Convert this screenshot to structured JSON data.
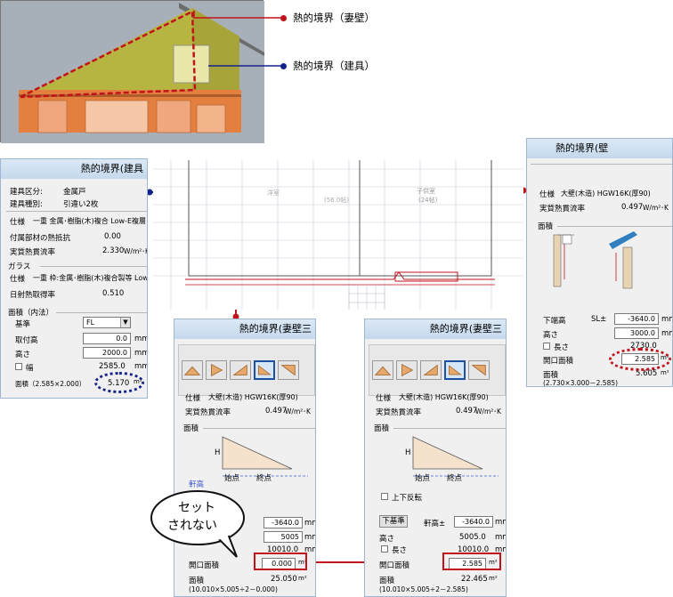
{
  "callouts": {
    "gable_wall": "熱的境界（妻壁）",
    "fitting": "熱的境界（建具）"
  },
  "colors": {
    "red": "#c0131b",
    "navy": "#14238c",
    "wall_green": "#b7b542",
    "house_orange": "#e37f3f"
  },
  "plan": {
    "room1": "洋室",
    "room1_area": "(56.0帖)",
    "room2": "子供室",
    "room2_area": "(24帖)"
  },
  "fitting_panel": {
    "title": "熱的境界(建具",
    "type_label": "建具区分:",
    "type_value": "金属戸",
    "kind_label": "建具種別:",
    "kind_value": "引違い2枚",
    "spec_label": "仕様",
    "spec_value": "一重 金属･樹脂(木)複合 Low-E複層",
    "resistance_label": "付属部材の熱抵抗",
    "resistance_value": "0.00",
    "transmittance_label": "実質熱貫流率",
    "transmittance_value": "2.330",
    "transmittance_unit": "W/m²･K",
    "glass_group": "ガラス",
    "glass_spec_label": "仕様",
    "glass_spec_value": "一重 枠:金属･樹脂(木)複合製等 Low",
    "solar_label": "日射熱取得率",
    "solar_value": "0.510",
    "area_group": "面積（内法）",
    "base_label": "基準",
    "base_value": "FL",
    "mount_label": "取付高",
    "mount_value": "0.0",
    "height_label": "高さ",
    "height_value": "2000.0",
    "width_label": "幅",
    "width_value": "2585.0",
    "mm": "mm",
    "area_label": "面積（2.585×2.000）",
    "area_value": "5.170",
    "area_unit": "m²"
  },
  "wall_panel": {
    "title": "熱的境界(壁",
    "spec_label": "仕様",
    "spec_value": "大壁(木造) HGW16K(厚90)",
    "transmittance_label": "実質熱貫流率",
    "transmittance_value": "0.497",
    "transmittance_unit": "W/m²･K",
    "area_group": "面積",
    "bottom_label": "下端高",
    "bottom_prefix": "SL±",
    "bottom_value": "-3640.0",
    "height_label": "高さ",
    "height_value": "3000.0",
    "length_label": "長さ",
    "length_value": "2730.0",
    "opening_label": "開口面積",
    "opening_value": "2.585",
    "area_label": "面積",
    "area_value": "5.605",
    "area_calc": "(2.730×3.000－2.585)",
    "mm": "mm",
    "m2": "m²"
  },
  "gable_panel_before": {
    "title": "熱的境界(妻壁三",
    "spec_label": "仕様",
    "spec_value": "大壁(木造) HGW16K(厚90)",
    "transmittance_label": "実質熱貫流率",
    "transmittance_value": "0.497",
    "transmittance_unit": "W/m²･K",
    "area_group": "面積",
    "h_mark": "H",
    "start_label": "始点",
    "end_label": "終点",
    "eave_label": "軒高",
    "eave_value": "-3640.0",
    "height_value": "5005",
    "length_value": "10010.0",
    "opening_label": "開口面積",
    "opening_value": "0.000",
    "area_label": "面積",
    "area_value": "25.050",
    "area_calc": "(10.010×5.005÷2－0.000)",
    "mm": "mm",
    "m2": "m²"
  },
  "gable_panel_after": {
    "title": "熱的境界(妻壁三",
    "spec_label": "仕様",
    "spec_value": "大壁(木造) HGW16K(厚90)",
    "transmittance_label": "実質熱貫流率",
    "transmittance_value": "0.497",
    "transmittance_unit": "W/m²･K",
    "area_group": "面積",
    "h_mark": "H",
    "start_label": "始点",
    "end_label": "終点",
    "flip_label": "上下反転",
    "base_button": "下基準",
    "eave_label": "軒高±",
    "eave_value": "-3640.0",
    "height_label": "高さ",
    "height_value": "5005.0",
    "length_label": "長さ",
    "length_value": "10010.0",
    "opening_label": "開口面積",
    "opening_value": "2.585",
    "area_label": "面積",
    "area_value": "22.465",
    "area_calc": "(10.010×5.005÷2－2.585)",
    "mm": "mm",
    "m2": "m²"
  },
  "bubble": {
    "line1": "セット",
    "line2": "されない"
  }
}
